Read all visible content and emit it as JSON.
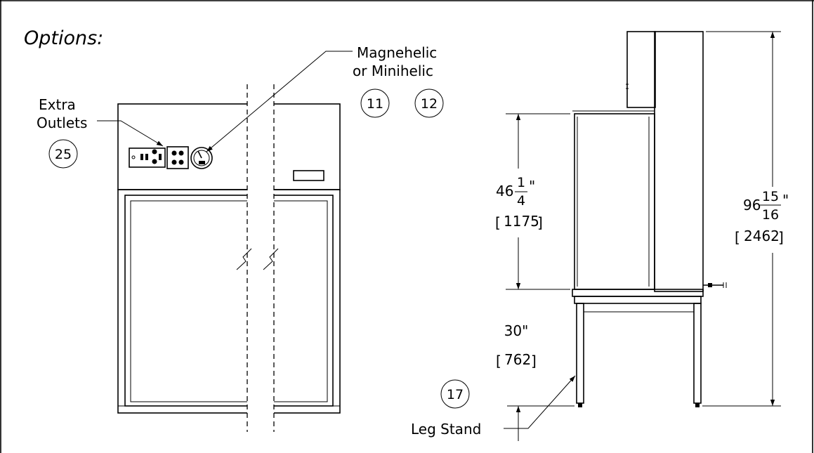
{
  "title": "Options:",
  "labels": {
    "magnehelic_line1": "Magnehelic",
    "magnehelic_line2": "or Minihelic",
    "extra_outlets_line1": "Extra",
    "extra_outlets_line2": "Outlets",
    "leg_stand": "Leg Stand"
  },
  "callouts": {
    "c11": "11",
    "c12": "12",
    "c25": "25",
    "c17": "17"
  },
  "dimensions": {
    "work_height": {
      "whole": "46",
      "num": "1",
      "den": "4",
      "unit": "\"",
      "metric_open": "[",
      "metric": "1175",
      "metric_close": "]"
    },
    "total_height": {
      "whole": "96",
      "num": "15",
      "den": "16",
      "unit": "\"",
      "metric_open": "[",
      "metric": "2462",
      "metric_close": "]"
    },
    "stand_height": {
      "value": "30\"",
      "metric_open": "[",
      "metric": "762",
      "metric_close": "]"
    }
  }
}
